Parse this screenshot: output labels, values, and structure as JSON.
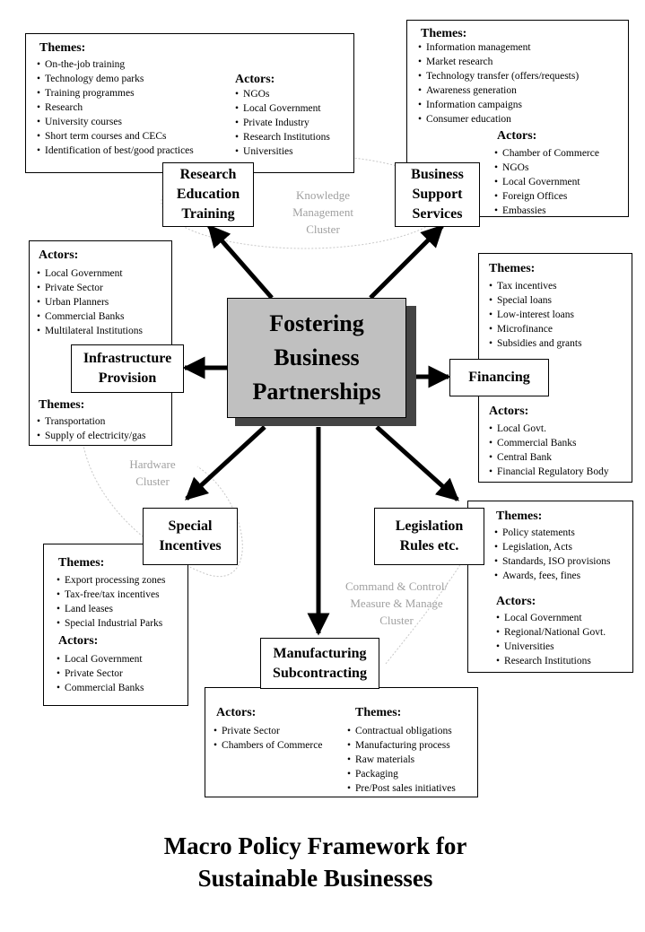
{
  "center": {
    "line1": "Fostering",
    "line2": "Business",
    "line3": "Partnerships"
  },
  "title": {
    "line1": "Macro Policy Framework for",
    "line2": "Sustainable Businesses"
  },
  "clusters": {
    "knowledge": {
      "line1": "Knowledge",
      "line2": "Management",
      "line3": "Cluster"
    },
    "hardware": {
      "line1": "Hardware",
      "line2": "Cluster"
    },
    "command": {
      "line1": "Command & Control/",
      "line2": "Measure & Manage",
      "line3": "Cluster"
    }
  },
  "nodes": {
    "research": {
      "label1": "Research",
      "label2": "Education",
      "label3": "Training",
      "themes_header": "Themes:",
      "themes": [
        "On-the-job training",
        "Technology demo parks",
        "Training programmes",
        "Research",
        "University courses",
        "Short term courses and CECs",
        "Identification of best/good practices"
      ],
      "actors_header": "Actors:",
      "actors": [
        "NGOs",
        "Local Government",
        "Private Industry",
        "Research Institutions",
        "Universities"
      ]
    },
    "business": {
      "label1": "Business",
      "label2": "Support",
      "label3": "Services",
      "themes_header": "Themes:",
      "themes": [
        "Information management",
        "Market research",
        "Technology transfer (offers/requests)",
        "Awareness generation",
        "Information campaigns",
        "Consumer education"
      ],
      "actors_header": "Actors:",
      "actors": [
        "Chamber of Commerce",
        "NGOs",
        "Local Government",
        "Foreign Offices",
        "Embassies"
      ]
    },
    "infrastructure": {
      "label1": "Infrastructure",
      "label2": "Provision",
      "actors_header": "Actors:",
      "actors": [
        "Local Government",
        "Private Sector",
        "Urban Planners",
        "Commercial Banks",
        "Multilateral Institutions"
      ],
      "themes_header": "Themes:",
      "themes": [
        "Transportation",
        "Supply of electricity/gas"
      ]
    },
    "financing": {
      "label1": "Financing",
      "themes_header": "Themes:",
      "themes": [
        "Tax incentives",
        "Special loans",
        "Low-interest loans",
        "Microfinance",
        "Subsidies and grants"
      ],
      "actors_header": "Actors:",
      "actors": [
        "Local Govt.",
        "Commercial Banks",
        "Central Bank",
        "Financial Regulatory Body"
      ]
    },
    "special": {
      "label1": "Special",
      "label2": "Incentives",
      "themes_header": "Themes:",
      "themes": [
        "Export processing zones",
        "Tax-free/tax incentives",
        "Land leases",
        "Special Industrial Parks"
      ],
      "actors_header": "Actors:",
      "actors": [
        "Local Government",
        "Private Sector",
        "Commercial Banks"
      ]
    },
    "legislation": {
      "label1": "Legislation",
      "label2": "Rules etc.",
      "themes_header": "Themes:",
      "themes": [
        "Policy statements",
        "Legislation, Acts",
        "Standards, ISO provisions",
        "Awards, fees, fines"
      ],
      "actors_header": "Actors:",
      "actors": [
        "Local Government",
        "Regional/National Govt.",
        "Universities",
        "Research Institutions"
      ]
    },
    "manufacturing": {
      "label1": "Manufacturing",
      "label2": "Subcontracting",
      "actors_header": "Actors:",
      "actors": [
        "Private Sector",
        "Chambers of Commerce"
      ],
      "themes_header": "Themes:",
      "themes": [
        "Contractual obligations",
        "Manufacturing process",
        "Raw materials",
        "Packaging",
        "Pre/Post sales initiatives"
      ]
    }
  }
}
